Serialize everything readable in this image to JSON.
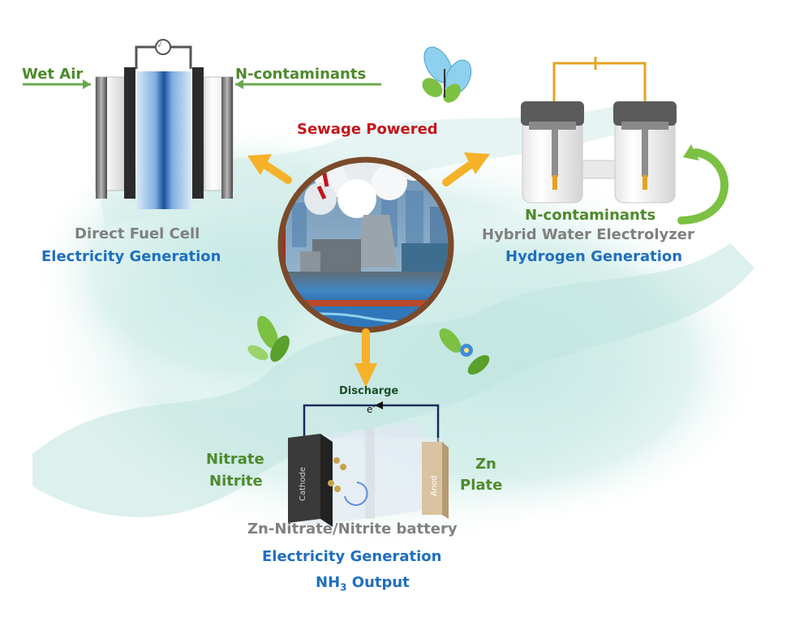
{
  "center": {
    "title": "Sewage Powered"
  },
  "fuel_cell": {
    "left_input": "Wet Air",
    "right_input": "N-contaminants",
    "meter": "V",
    "name": "Direct Fuel Cell",
    "output": "Electricity Generation"
  },
  "electrolyzer": {
    "input": "N-contaminants",
    "name": "Hybrid Water Electrolyzer",
    "output": "Hydrogen Generation"
  },
  "battery": {
    "discharge": "Discharge",
    "electron": "e",
    "electron_sup": "-",
    "cathode": "Cathode",
    "anode": "Anod",
    "left_line1": "Nitrate",
    "left_line2": "Nitrite",
    "right_line1": "Zn",
    "right_line2": "Plate",
    "name": "Zn-Nitrate/Nitrite battery",
    "output": "Electricity Generation",
    "output2_main": "NH",
    "output2_sub": "3",
    "output2_rest": " Output"
  },
  "colors": {
    "label_green": "#4d8a2c",
    "label_blue": "#1f6fc0",
    "label_grey": "#808080",
    "title_red": "#c4161c",
    "arrow_yellow": "#f5b22a",
    "watercolor": "#bfe3de"
  }
}
